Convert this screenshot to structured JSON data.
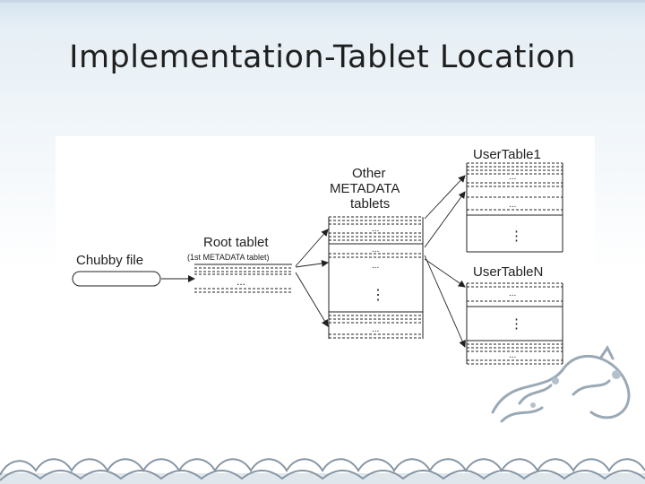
{
  "slide": {
    "title": "Implementation-Tablet Location"
  },
  "diagram": {
    "chubby_label": "Chubby file",
    "root_label": "Root tablet",
    "root_sublabel": "(1st METADATA tablet)",
    "other_label_line1": "Other",
    "other_label_line2": "METADATA",
    "other_label_line3": "tablets",
    "user1_label": "UserTable1",
    "usern_label": "UserTableN",
    "ellipsis": "...",
    "vellipsis": "⋮"
  },
  "colors": {
    "background_top": "#d3e3ef",
    "ink": "#222222",
    "decor": "#9aa9b6"
  }
}
